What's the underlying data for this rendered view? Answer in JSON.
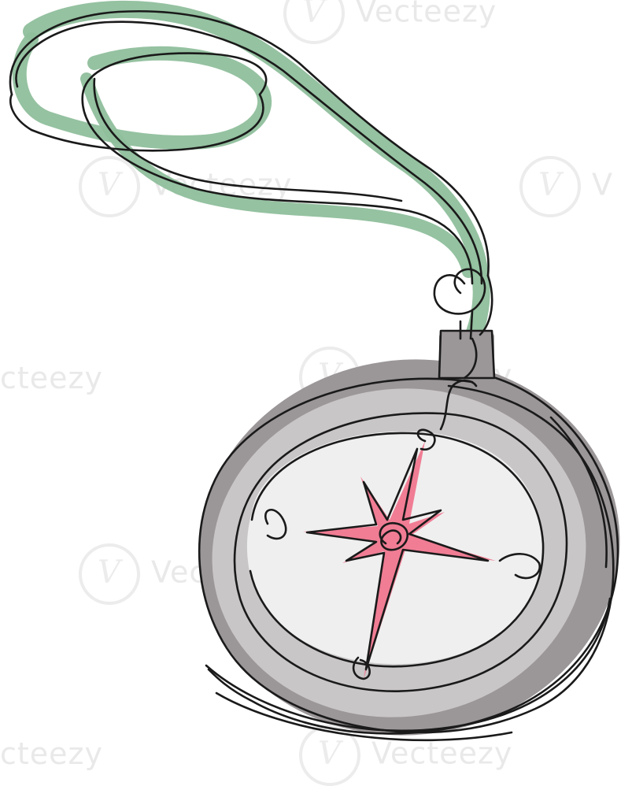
{
  "watermark": {
    "text": "Vecteezy",
    "partial_left": "cteezy",
    "partial_right": "V"
  },
  "illustration": {
    "palette": {
      "lanyard": "#8fbf9c",
      "case_dark": "#9b9698",
      "case_light": "#c9c6c7",
      "face": "#efefef",
      "star": "#f07d94",
      "ink": "#1a1a1a"
    },
    "icons": [
      "lanyard",
      "compass-case",
      "compass-face",
      "compass-rose-star",
      "ink-line"
    ]
  }
}
